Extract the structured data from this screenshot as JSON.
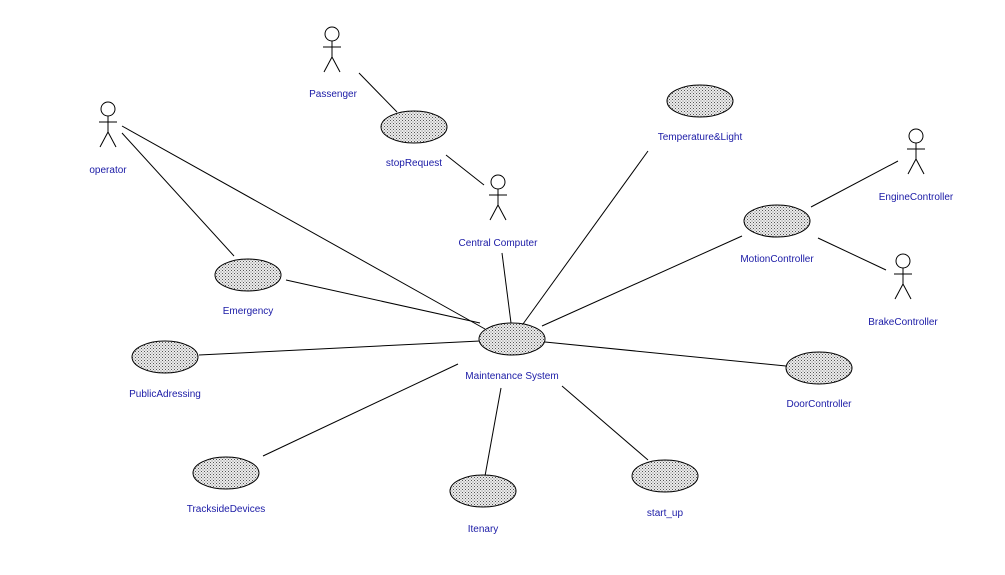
{
  "diagram": {
    "type": "uml-use-case",
    "colors": {
      "label": "#1a1aa6",
      "line": "#000000",
      "usecase_fill": "#d8d8d8"
    },
    "actors": [
      {
        "id": "passenger",
        "name": "Passenger"
      },
      {
        "id": "operator",
        "name": "operator"
      },
      {
        "id": "central_computer",
        "name": "Central Computer"
      },
      {
        "id": "engine_controller",
        "name": "EngineController"
      },
      {
        "id": "brake_controller",
        "name": "BrakeController"
      }
    ],
    "use_cases": [
      {
        "id": "stop_request",
        "name": "stopRequest"
      },
      {
        "id": "temperature_light",
        "name": "Temperature&Light"
      },
      {
        "id": "motion_controller",
        "name": "MotionController"
      },
      {
        "id": "emergency",
        "name": "Emergency"
      },
      {
        "id": "maintenance_system",
        "name": "Maintenance System"
      },
      {
        "id": "public_adressing",
        "name": "PublicAdressing"
      },
      {
        "id": "door_controller",
        "name": "DoorController"
      },
      {
        "id": "trackside_devices",
        "name": "TracksideDevices"
      },
      {
        "id": "itenary",
        "name": "Itenary"
      },
      {
        "id": "start_up",
        "name": "start_up"
      }
    ],
    "associations": [
      [
        "passenger",
        "stop_request"
      ],
      [
        "stop_request",
        "central_computer"
      ],
      [
        "operator",
        "emergency"
      ],
      [
        "operator",
        "maintenance_system"
      ],
      [
        "central_computer",
        "maintenance_system"
      ],
      [
        "temperature_light",
        "maintenance_system"
      ],
      [
        "motion_controller",
        "maintenance_system"
      ],
      [
        "engine_controller",
        "motion_controller"
      ],
      [
        "brake_controller",
        "motion_controller"
      ],
      [
        "emergency",
        "maintenance_system"
      ],
      [
        "public_adressing",
        "maintenance_system"
      ],
      [
        "door_controller",
        "maintenance_system"
      ],
      [
        "trackside_devices",
        "maintenance_system"
      ],
      [
        "itenary",
        "maintenance_system"
      ],
      [
        "start_up",
        "maintenance_system"
      ]
    ]
  }
}
